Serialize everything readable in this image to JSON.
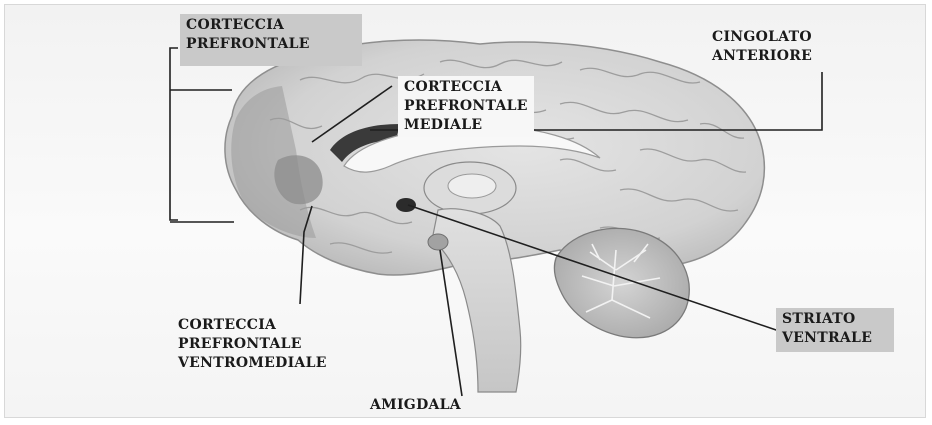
{
  "labels": {
    "prefrontal_cortex": "CORTECCIA\nPREFRONTALE",
    "medial_prefrontal_cortex": "CORTECCIA\nPREFRONTALE\nMEDIALE",
    "anterior_cingulate": "CINGOLATO\nANTERIORE",
    "ventromedial_prefrontal_cortex": "CORTECCIA\nPREFRONTALE\nVENTROMEDIALE",
    "ventral_striatum": "STRIATO\nVENTRALE",
    "amygdala": "AMIGDALA"
  }
}
